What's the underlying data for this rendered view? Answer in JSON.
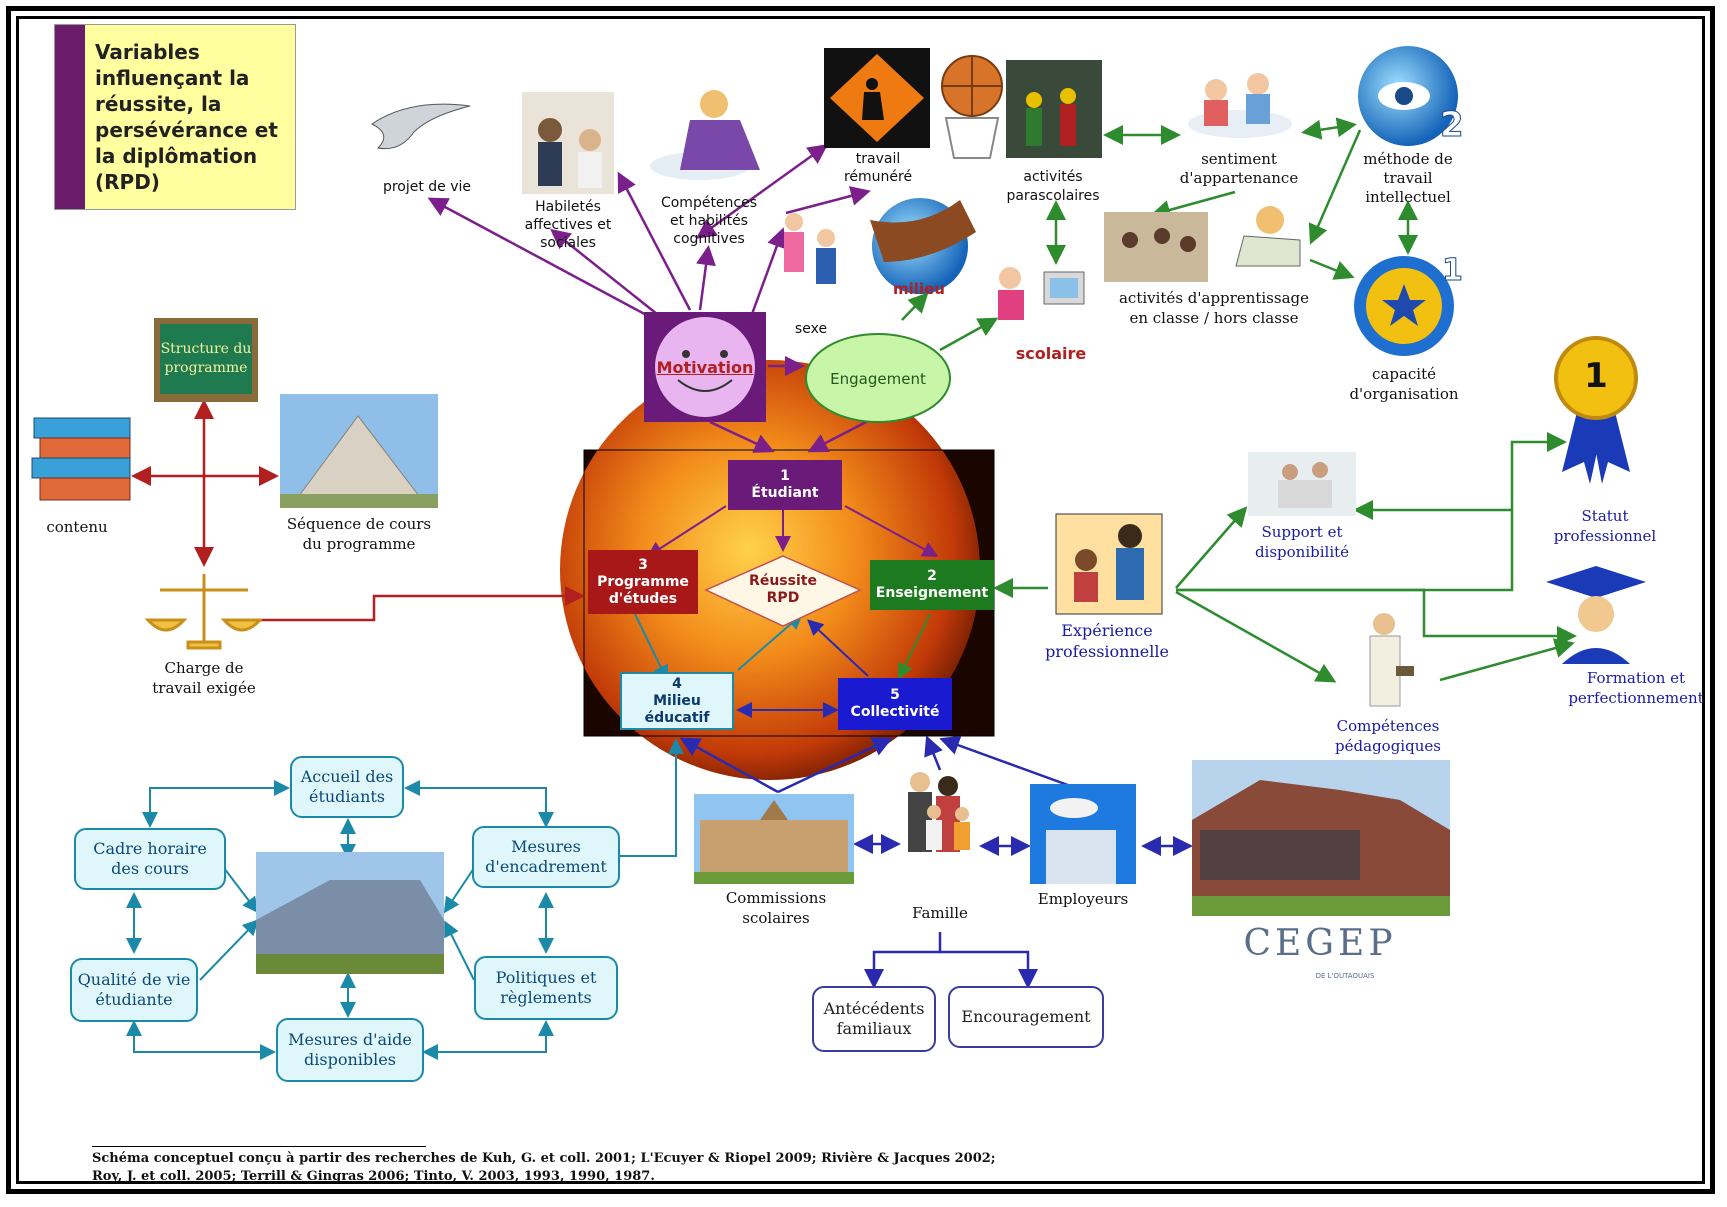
{
  "title": "Variables\ninfluençant la\nréussite, la\npersévérance et\nla diplômation\n(RPD)",
  "center": {
    "etudiant": "1\nÉtudiant",
    "enseignement": "2\nEnseignement",
    "programme": "3\nProgramme\nd'études",
    "milieu_educatif": "4\nMilieu\néducatif",
    "collectivite": "5\nCollectivité",
    "reussite": "Réussite\nRPD"
  },
  "top": {
    "projet_de_vie": "projet de vie",
    "habiletes": "Habiletés\naffectives et\nsociales",
    "competences_cognitives": "Compétences\net habilités\ncognitives",
    "travail_remunere": "travail\nrémunéré",
    "activites_parascolaires": "activités\nparascolaires",
    "sentiment": "sentiment\nd'appartenance",
    "methode": "méthode de\ntravail\nintellectuel",
    "sexe": "sexe",
    "milieu": "milieu",
    "motivation": "Motivation",
    "engagement": "Engagement",
    "scolaire": "scolaire",
    "activites_apprentissage": "activités d'apprentissage\nen classe  / hors classe",
    "capacite": "capacité\nd'organisation"
  },
  "left": {
    "structure_programme": "Structure du\nprogramme",
    "contenu": "contenu",
    "sequence": "Séquence de cours\ndu programme",
    "charge": "Charge de\ntravail exigée"
  },
  "right": {
    "support": "Support et\ndisponibilité",
    "experience": "Expérience\nprofessionnelle",
    "statut": "Statut\nprofessionnel",
    "formation": "Formation et\nperfectionnement",
    "competences_pedagogiques": "Compétences\npédagogiques",
    "medal_number": "1"
  },
  "bottom_left": {
    "accueil": "Accueil des\nétudiants",
    "cadre_horaire": "Cadre horaire\ndes cours",
    "mesures_encadrement": "Mesures\nd'encadrement",
    "qualite_vie": "Qualité de vie\nétudiante",
    "politiques": "Politiques et\nrèglements",
    "mesures_aide": "Mesures d'aide\ndisponibles"
  },
  "bottom_center": {
    "commissions": "Commissions\nscolaires",
    "famille": "Famille",
    "employeurs": "Employeurs",
    "antecedents": "Antécédents\nfamiliaux",
    "encouragement": "Encouragement",
    "cegep": "CEGEP",
    "cegep_sub": "DE L'OUTAOUAIS"
  },
  "footer": {
    "line1": "Schéma conceptuel conçu à partir des recherches de Kuh, G. et coll. 2001; L'Ecuyer & Riopel 2009; Rivière & Jacques 2002;",
    "line2": "Roy, J. et coll. 2005; Terrill & Gingras 2006; Tinto, V. 2003, 1993, 1990, 1987."
  },
  "colors": {
    "purple": "#7b1f8a",
    "green": "#2e8b2e",
    "red": "#b21f1f",
    "teal": "#1b8aa8",
    "navy": "#2a2ab0"
  }
}
